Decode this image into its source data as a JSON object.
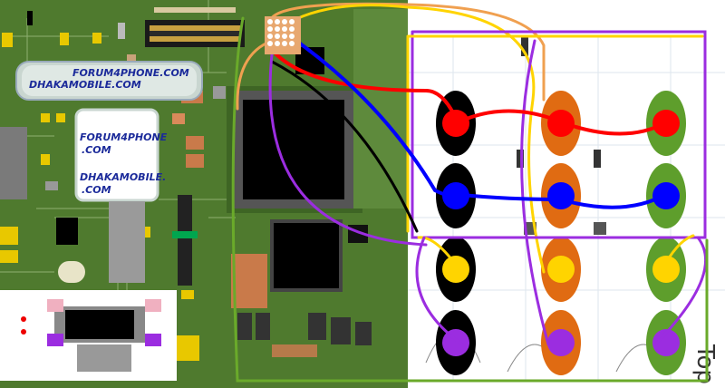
{
  "watermark_top": {
    "line1": "FORUM4PHONE.COM",
    "line2": "DHAKAMOBILE.COM"
  },
  "watermark_box": {
    "line1": "FORUM4PHONE",
    "line2": ".COM",
    "line3": "DHAKAMOBILE.",
    "line4": ".COM"
  },
  "right_panel_label": "Top",
  "colors": {
    "board": "#4f7a2e",
    "board_dark": "#3d6423",
    "wire_red": "#ff0000",
    "wire_blue": "#0000ff",
    "wire_black": "#000000",
    "wire_yellow": "#ffd400",
    "wire_purple": "#9b2de0",
    "wire_orange": "#f0a050",
    "wire_green": "#6aaa2a",
    "pad_black": "#000000",
    "pad_orange": "#e06b12",
    "pad_green": "#5e9e2c"
  }
}
